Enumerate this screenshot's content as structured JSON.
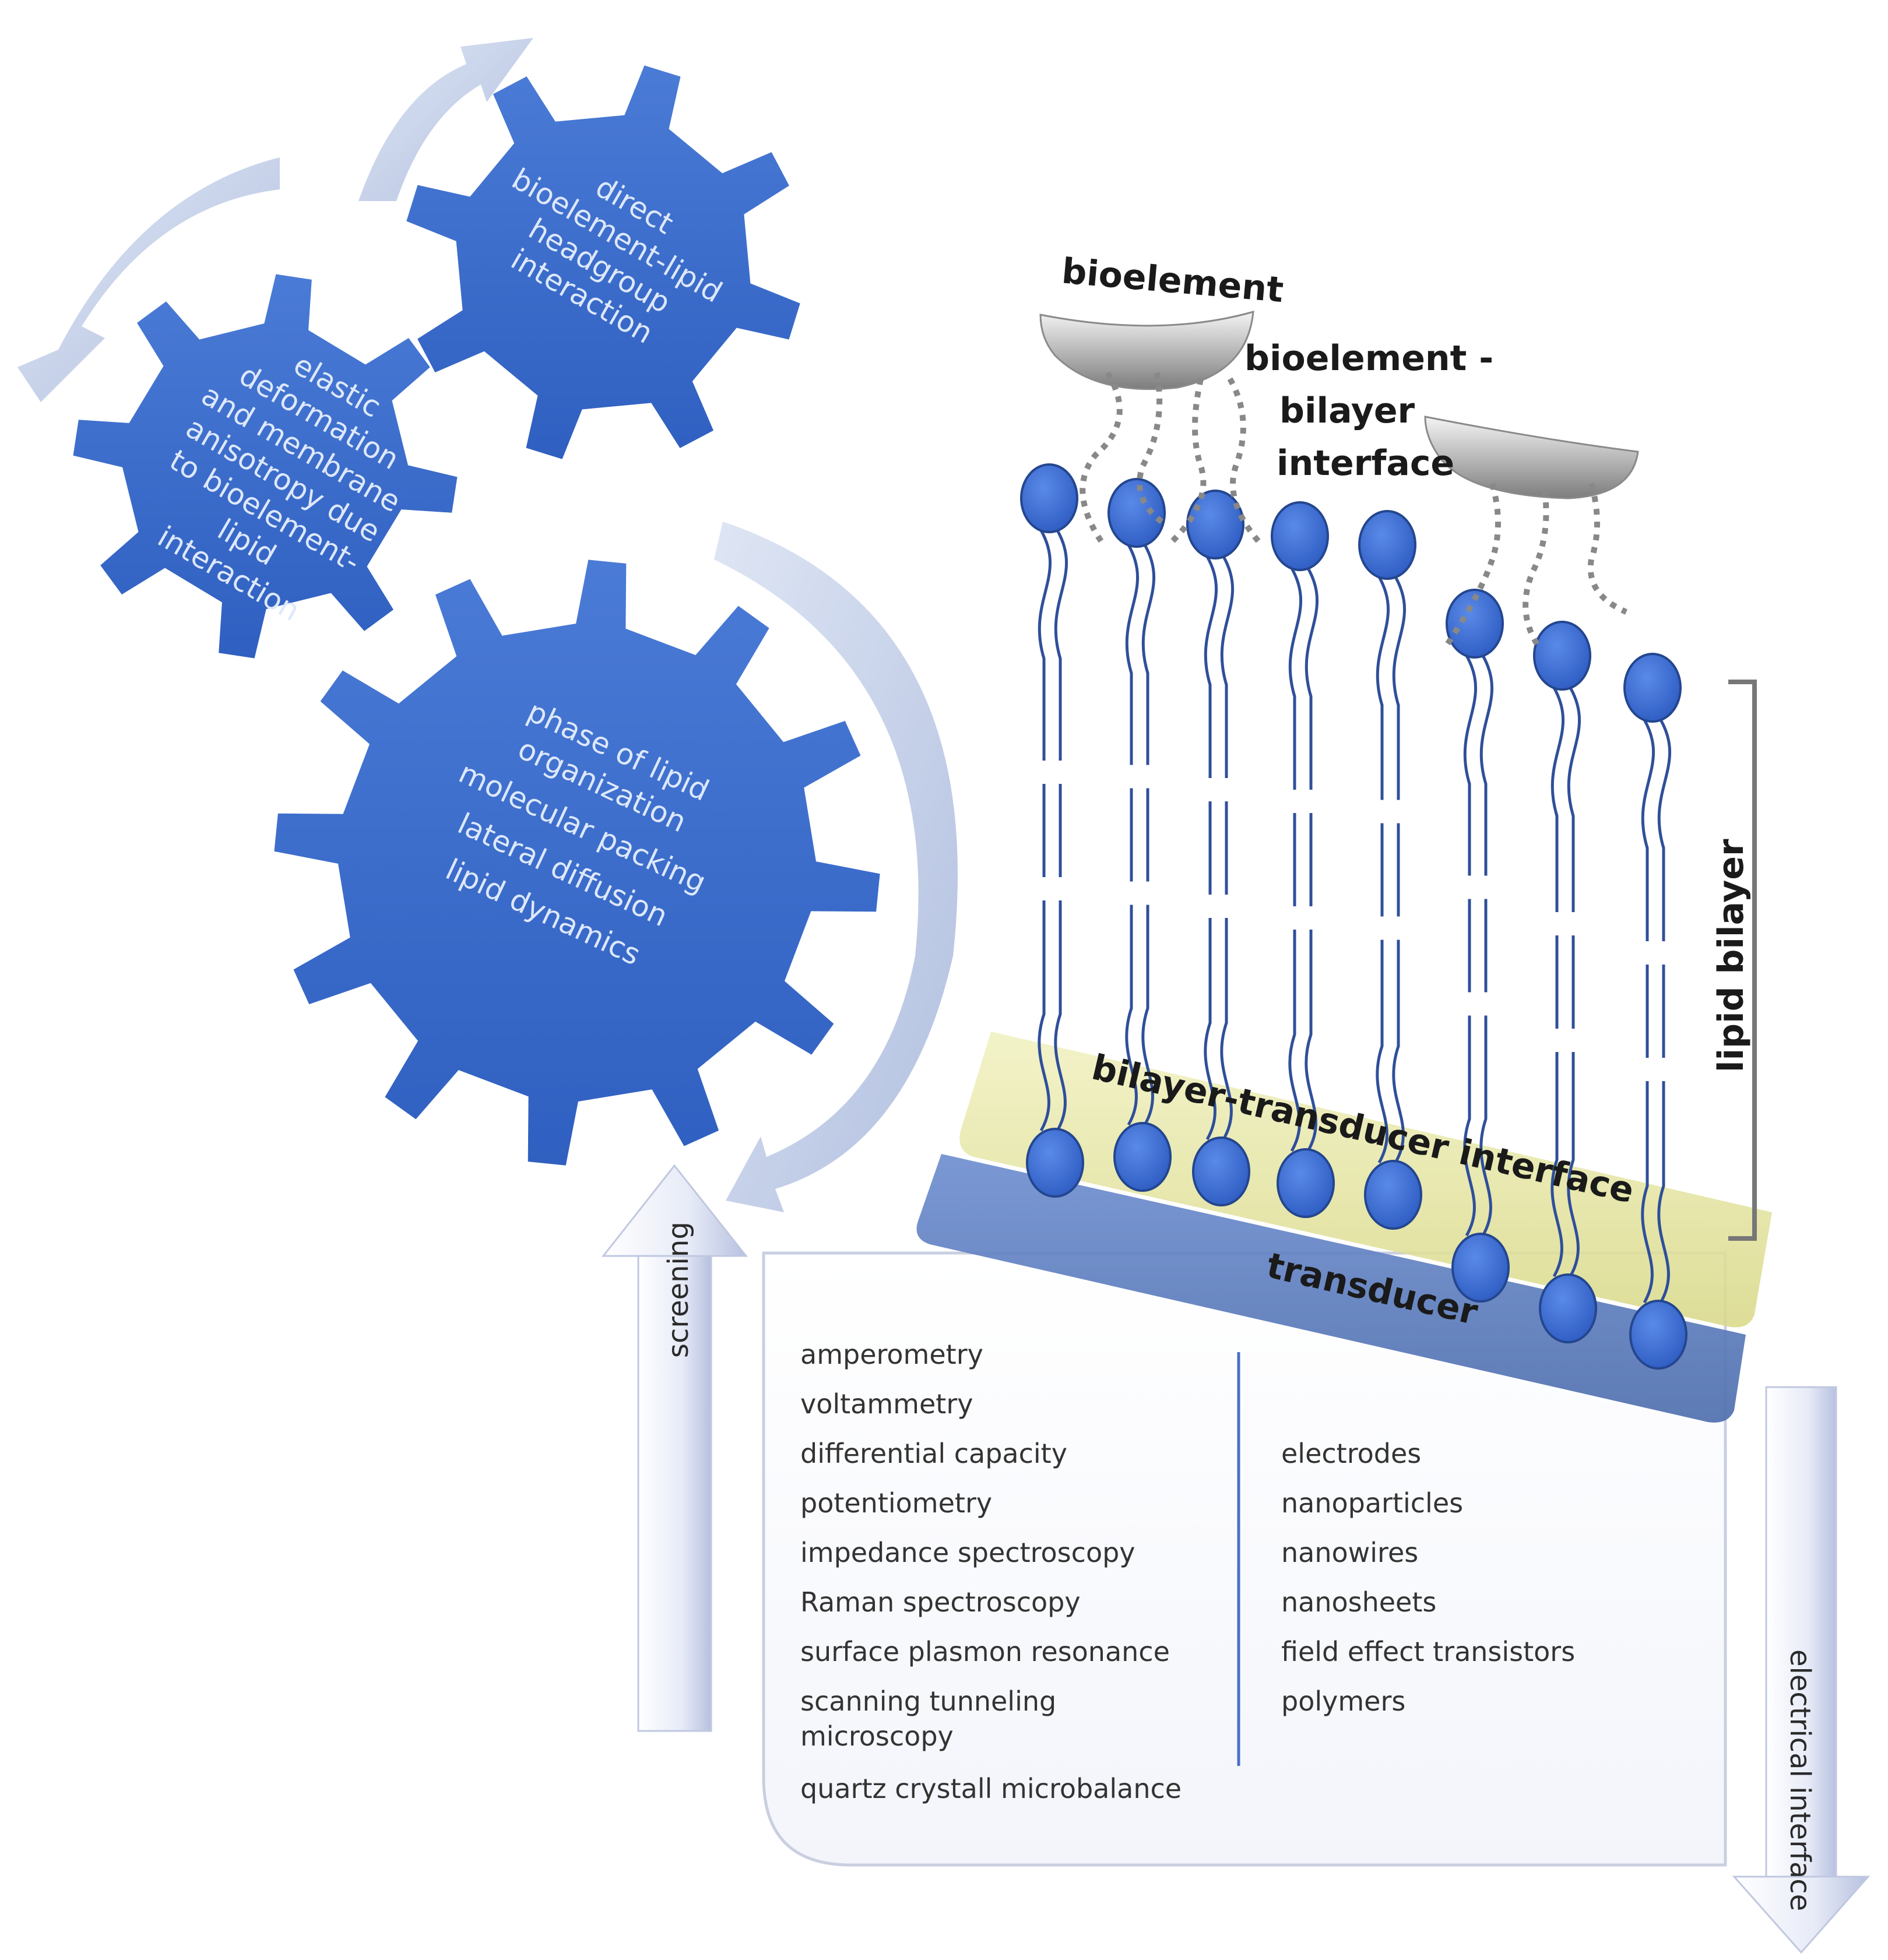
{
  "gears": {
    "small_right": {
      "lines": [
        "direct",
        "bioelement-lipid",
        "headgroup",
        "interaction"
      ]
    },
    "small_left": {
      "lines": [
        "elastic",
        "deformation",
        "and membrane",
        "anisotropy due",
        "to bioelement-",
        "lipid",
        "interaction"
      ]
    },
    "large": {
      "lines": [
        "phase of lipid",
        "organization",
        "molecular packing",
        "lateral diffusion",
        "lipid dynamics"
      ]
    }
  },
  "labels": {
    "bioelement": "bioelement",
    "interface_line1": "bioelement -",
    "interface_line2": "bilayer",
    "interface_line3": "interface",
    "lipid_bilayer": "lipid bilayer",
    "bilayer_transducer": "bilayer-transducer interface",
    "transducer": "transducer",
    "screening": "screening",
    "electrical_interface": "electrical interface"
  },
  "methods": [
    "amperometry",
    "voltammetry",
    "differential capacity",
    "potentiometry",
    "impedance spectroscopy",
    "Raman spectroscopy",
    "surface plasmon resonance",
    "scanning tunneling",
    "microscopy",
    "quartz crystall microbalance"
  ],
  "materials": [
    "electrodes",
    "nanoparticles",
    "nanowires",
    "nanosheets",
    "field effect transistors",
    "polymers"
  ],
  "colors": {
    "gear_blue": "#3c6ccb",
    "arrow_light": "#c3cfe6",
    "lipid_head": "#3e6fd4",
    "transducer_yellow": "#e6e6a0",
    "transducer_blue": "#5a7dc0",
    "divider": "#4a6fc8"
  }
}
